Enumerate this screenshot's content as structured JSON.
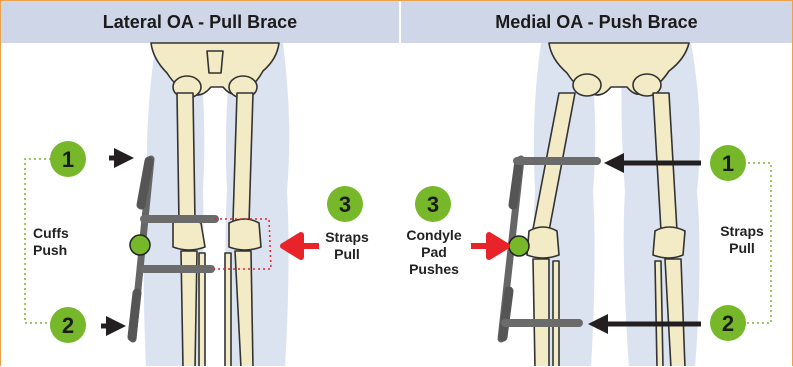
{
  "panels": {
    "left": {
      "title": "Lateral OA - Pull Brace"
    },
    "right": {
      "title": "Medial OA - Push Brace"
    }
  },
  "markers": {
    "left_1": "1",
    "left_2": "2",
    "left_3": "3",
    "right_1": "1",
    "right_2": "2",
    "right_3": "3"
  },
  "labels": {
    "left_cuffs": "Cuffs\nPush",
    "left_straps": "Straps\nPull",
    "right_condyle": "Condyle\nPad\nPushes",
    "right_straps": "Straps\nPull"
  },
  "colors": {
    "header_bg": "#cfd6e8",
    "border": "#e8a24b",
    "marker_green": "#76b82a",
    "arrow_red": "#e8232a",
    "bone": "#f3ebc6",
    "leg_silhouette": "#dbe3f1",
    "brace_gray": "#6b6b6b"
  }
}
